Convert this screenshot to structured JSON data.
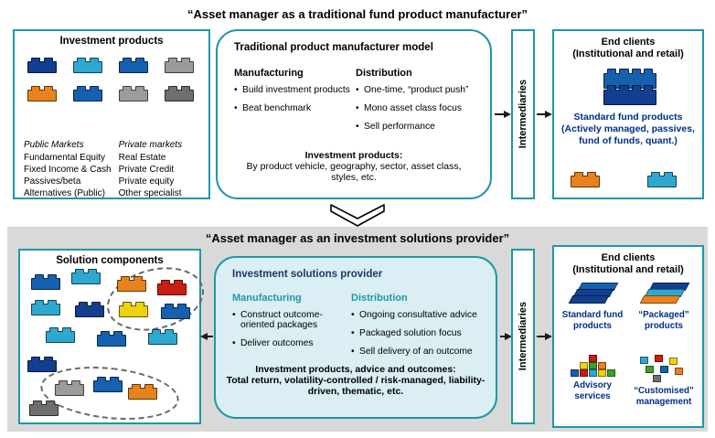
{
  "colors": {
    "teal": "#1E97A8",
    "navy": "#002F87",
    "dark_navy": "#1F3864",
    "panel_gray": "#D9D9D9",
    "model_fill": "#DAEEF3",
    "brick_blue": "#1660B0",
    "brick_darkblue": "#123F8F",
    "brick_cyan": "#2FA8CF",
    "brick_gray": "#9B9B9B",
    "brick_darkgray": "#6F6F6F",
    "brick_orange": "#E8821E",
    "brick_red": "#C81E14",
    "brick_yellow": "#F2D10E",
    "brick_green": "#3BA226"
  },
  "icons": {
    "lego-brick-icon": "css-rectangle-with-studs",
    "down-chevron-arrow-icon": "svg-outlined-chevron",
    "right-arrow-icon": "css-line-with-triangle",
    "left-arrow-icon": "css-line-with-triangle",
    "stacked-layers-icon": "css-parallelogram-stack",
    "packaged-layers-icon": "css-parallelogram-stack-multicolor",
    "brick-pyramid-icon": "css-cube-pyramid",
    "scattered-bricks-icon": "css-cube-scatter",
    "dashed-group-ellipse": "css-dashed-ellipse"
  },
  "top": {
    "title": "“Asset manager as a traditional fund product manufacturer”",
    "investment_products": {
      "title": "Investment products",
      "public_markets": {
        "heading": "Public Markets",
        "items": [
          "Fundamental Equity",
          "Fixed Income & Cash",
          "Passives/beta",
          "Alternatives (Public)"
        ]
      },
      "private_markets": {
        "heading": "Private markets",
        "items": [
          "Real Estate",
          "Private Credit",
          "Private equity",
          "Other specialist"
        ]
      }
    },
    "model": {
      "title": "Traditional product manufacturer model",
      "manufacturing": {
        "heading": "Manufacturing",
        "items": [
          "Build investment products",
          "Beat benchmark"
        ]
      },
      "distribution": {
        "heading": "Distribution",
        "items": [
          "One-time, “product push”",
          "Mono asset class focus",
          "Sell performance"
        ]
      },
      "footer_heading": "Investment products:",
      "footer_text": "By product vehicle, geography, sector, asset class, styles, etc."
    },
    "intermediaries": "Intermediaries",
    "end_clients": {
      "title": "End clients",
      "subtitle": "(Institutional and retail)",
      "label": "Standard fund products (Actively managed, passives, fund of funds, quant.)"
    }
  },
  "bottom": {
    "title": "“Asset manager as an investment solutions provider”",
    "solution_components": {
      "title": "Solution components"
    },
    "model": {
      "title": "Investment solutions provider",
      "manufacturing": {
        "heading": "Manufacturing",
        "items": [
          "Construct outcome-oriented packages",
          "Deliver outcomes"
        ]
      },
      "distribution": {
        "heading": "Distribution",
        "items": [
          "Ongoing consultative advice",
          "Packaged solution focus",
          "Sell delivery of an outcome"
        ]
      },
      "footer_heading": "Investment products, advice and outcomes:",
      "footer_text": "Total return, volatility-controlled / risk-managed, liability-driven, thematic, etc."
    },
    "intermediaries": "Intermediaries",
    "end_clients": {
      "title": "End clients",
      "subtitle": "(Institutional and retail)",
      "quadrants": [
        "Standard fund products",
        "“Packaged” products",
        "Advisory services",
        "“Customised” management"
      ]
    }
  }
}
